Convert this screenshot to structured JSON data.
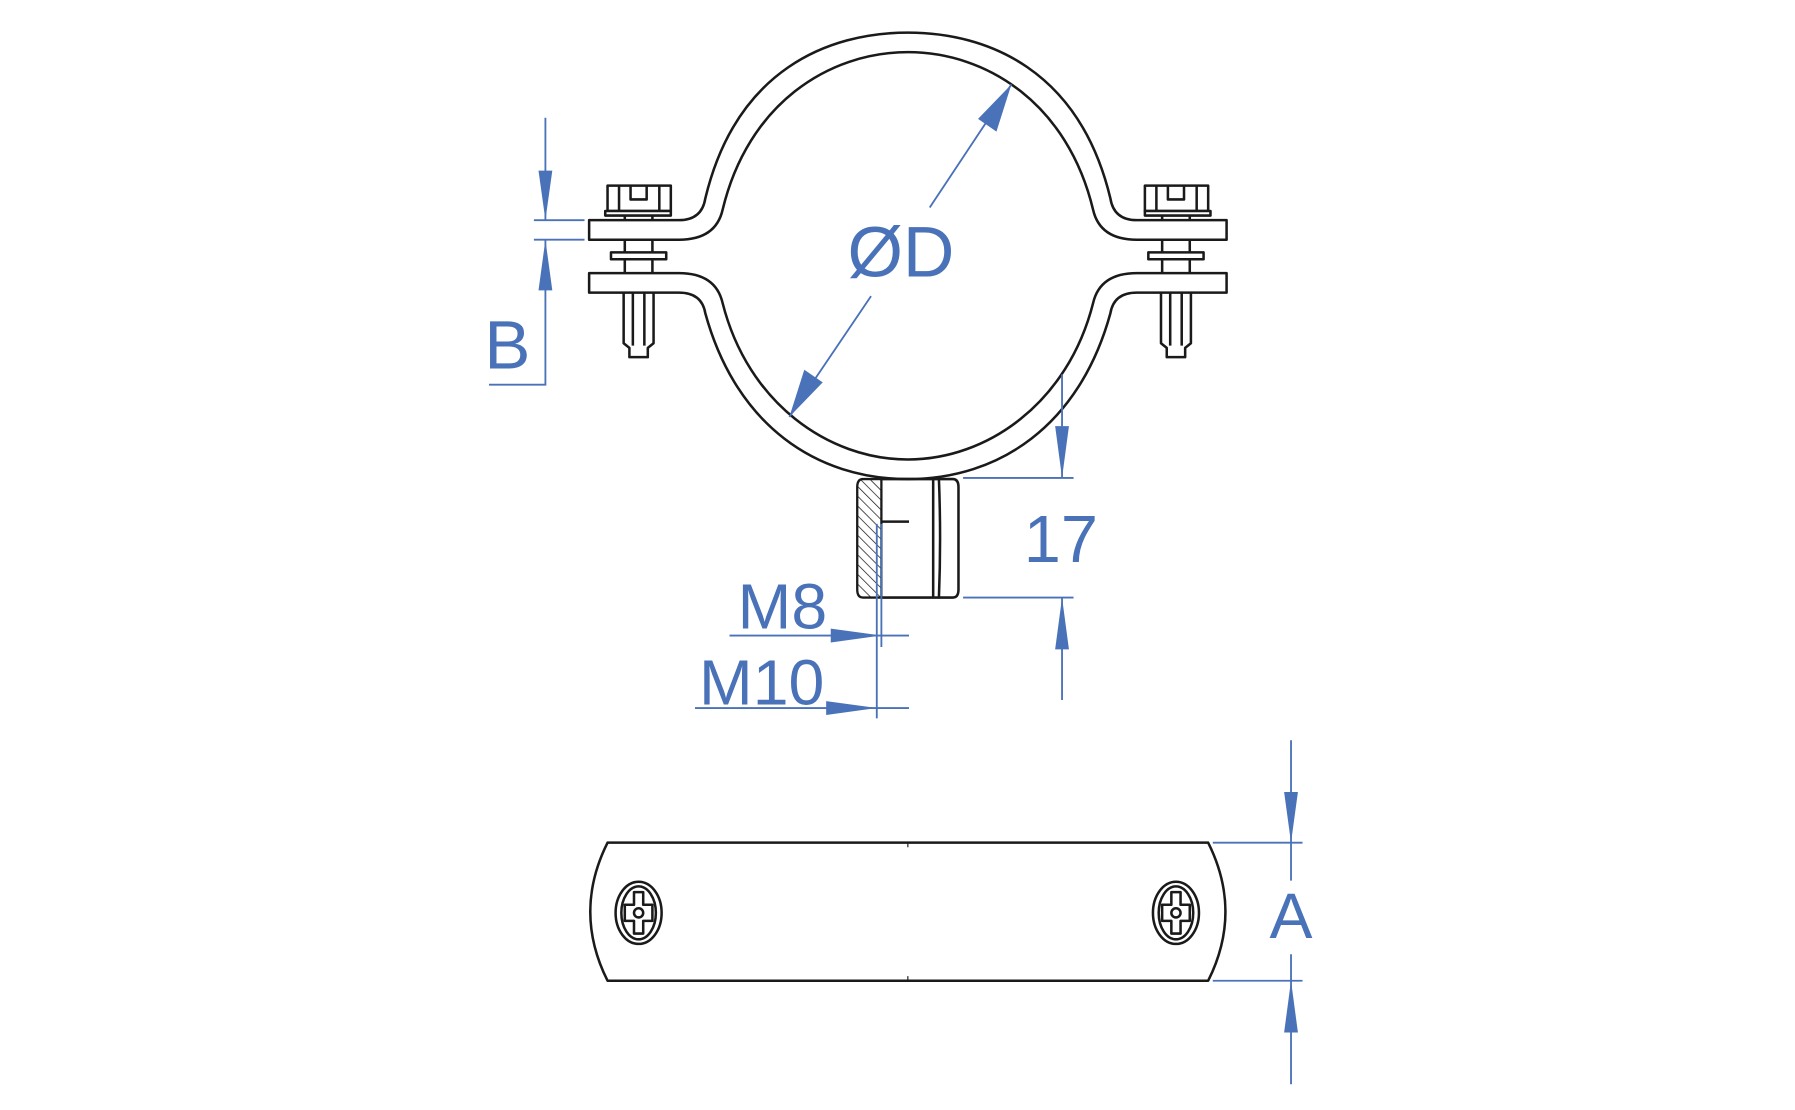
{
  "drawing": {
    "title": "Pipe clamp with M8/M10 nut",
    "labels": {
      "diameter": "ØD",
      "thickness": "B",
      "nut_height": "17",
      "thread_small": "M8",
      "thread_large": "M10",
      "width": "A"
    },
    "colors": {
      "dimension": "#4a72b8",
      "outline": "#1a1a1a"
    }
  }
}
